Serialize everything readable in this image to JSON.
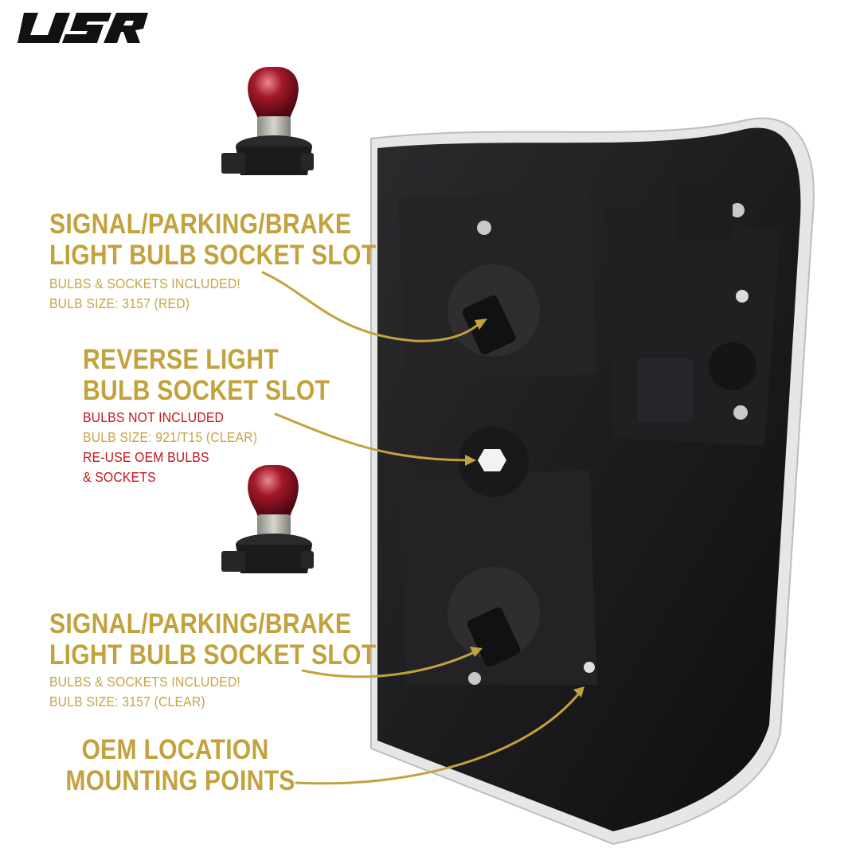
{
  "brand": {
    "logo_text": "USR",
    "colors": {
      "gold": "#c2a23d",
      "red": "#c8141b",
      "lamp": "#1c1c1e"
    }
  },
  "callouts": [
    {
      "title_lines": [
        "SIGNAL/PARKING/BRAKE",
        "LIGHT BULB SOCKET SLOT"
      ],
      "lines": [
        {
          "text": "BULBS & SOCKETS INCLUDED!",
          "color": "gold"
        },
        {
          "text": "BULB SIZE: 3157 (RED)",
          "color": "gold"
        }
      ]
    },
    {
      "title_lines": [
        "REVERSE LIGHT",
        "BULB SOCKET SLOT"
      ],
      "lines": [
        {
          "text": "BULBS NOT INCLUDED",
          "color": "red"
        },
        {
          "text": "BULB SIZE: 921/T15 (CLEAR)",
          "color": "gold"
        },
        {
          "text": "RE-USE OEM BULBS",
          "color": "red"
        },
        {
          "text": "& SOCKETS",
          "color": "red"
        }
      ]
    },
    {
      "title_lines": [
        "SIGNAL/PARKING/BRAKE",
        "LIGHT BULB SOCKET SLOT"
      ],
      "lines": [
        {
          "text": "BULBS & SOCKETS INCLUDED!",
          "color": "gold"
        },
        {
          "text": "BULB SIZE: 3157 (CLEAR)",
          "color": "gold"
        }
      ]
    },
    {
      "title_lines": [
        "OEM LOCATION",
        "MOUNTING POINTS"
      ],
      "lines": []
    }
  ],
  "icons": [
    "usr-logo-icon",
    "bulb-socket-icon",
    "tail-light-housing-icon",
    "callout-arrow-icon"
  ]
}
